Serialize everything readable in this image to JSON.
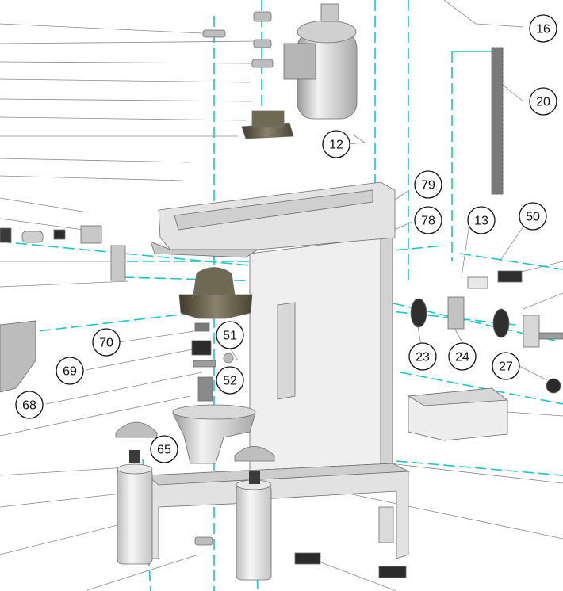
{
  "diagram": {
    "callouts": [
      {
        "id": "c16",
        "label": "16"
      },
      {
        "id": "c20",
        "label": "20"
      },
      {
        "id": "c12",
        "label": "12"
      },
      {
        "id": "c79",
        "label": "79"
      },
      {
        "id": "c78",
        "label": "78"
      },
      {
        "id": "c13",
        "label": "13"
      },
      {
        "id": "c50",
        "label": "50"
      },
      {
        "id": "c70",
        "label": "70"
      },
      {
        "id": "c51",
        "label": "51"
      },
      {
        "id": "c69",
        "label": "69"
      },
      {
        "id": "c52",
        "label": "52"
      },
      {
        "id": "c23",
        "label": "23"
      },
      {
        "id": "c24",
        "label": "24"
      },
      {
        "id": "c27",
        "label": "27"
      },
      {
        "id": "c68",
        "label": "68"
      },
      {
        "id": "c65",
        "label": "65"
      }
    ],
    "colors": {
      "axis": "#18c6cf",
      "metal_light": "#e6e6e6",
      "metal_mid": "#bdbdbd",
      "metal_dark": "#6a6350",
      "leader": "#8a8a8a"
    }
  }
}
